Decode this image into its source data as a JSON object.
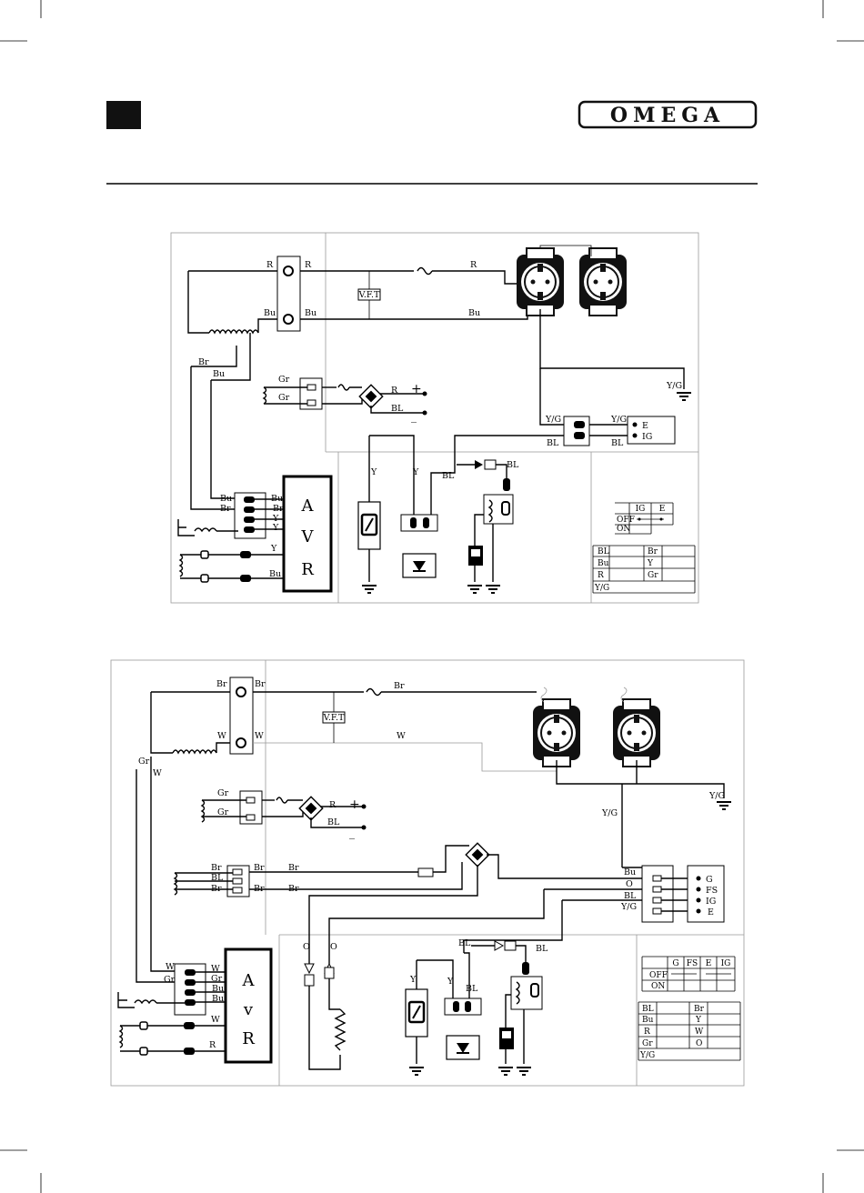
{
  "brand": {
    "name": "OMEGA"
  },
  "diagram1": {
    "vft": "V.F.T",
    "avr": [
      "A",
      "V",
      "R"
    ],
    "wires": {
      "r_top_a": "R",
      "r_top_b": "R",
      "r_main": "R",
      "bu_top_a": "Bu",
      "bu_top_b": "Bu",
      "bu_main": "Bu",
      "br_left": "Br",
      "bu_left": "Bu",
      "gr_a": "Gr",
      "gr_b": "Gr",
      "dc_r": "R",
      "dc_bl": "BL",
      "dc_plus": "+",
      "dc_minus": "_",
      "yg_ground": "Y/G",
      "yg_left": "Y/G",
      "yg_right": "Y/G",
      "bl_left": "BL",
      "bl_right": "BL",
      "bl_cable": "BL",
      "bl_diode": "BL",
      "y_a": "Y",
      "y_b": "Y",
      "avr_bu_in": "Bu",
      "avr_br_in": "Br",
      "avr_bu_out": "Bu",
      "avr_br_out": "Br",
      "avr_y1": "Y",
      "avr_y2": "Y",
      "avr_y3": "Y",
      "avr_bu_bottom": "Bu"
    },
    "switch": {
      "e": "E",
      "ig": "IG"
    },
    "switch_table": {
      "headers": [
        "IG",
        "E"
      ],
      "rows": [
        "OFF",
        "ON"
      ]
    },
    "legend": [
      [
        "BL",
        "Br"
      ],
      [
        "Bu",
        "Y"
      ],
      [
        "R",
        "Gr"
      ],
      [
        "Y/G",
        ""
      ]
    ]
  },
  "diagram2": {
    "vft": "V.F.T",
    "avr": [
      "A",
      "v",
      "R"
    ],
    "wires": {
      "br_top_a": "Br",
      "br_top_b": "Br",
      "br_main": "Br",
      "w_top_a": "W",
      "w_top_b": "W",
      "w_main": "W",
      "gr_left": "Gr",
      "w_left": "W",
      "gr_a": "Gr",
      "gr_b": "Gr",
      "dc_r": "R",
      "dc_bl": "BL",
      "dc_plus": "+",
      "dc_minus": "_",
      "yg_ground": "Y/G",
      "yg_left": "Y/G",
      "br_in1": "Br",
      "bl_in": "BL",
      "br_in2": "Br",
      "br_out1": "Br",
      "br_out2": "Br",
      "br_far1": "Br",
      "br_far2": "Br",
      "sw_bu": "Bu",
      "sw_o": "O",
      "sw_bl": "BL",
      "sw_yg": "Y/G",
      "o_a": "O",
      "o_b": "O",
      "y_a": "Y",
      "y_b": "Y",
      "bl_mid": "BL",
      "bl_top": "BL",
      "bl_diode": "BL",
      "avr_w_in": "W",
      "avr_gr_in": "Gr",
      "avr_w_out": "W",
      "avr_gr_out": "Gr",
      "avr_bu1": "Bu",
      "avr_bu2": "Bu",
      "avr_w_low": "W",
      "avr_r": "R"
    },
    "switch": {
      "g": "G",
      "fs": "FS",
      "ig": "IG",
      "e": "E"
    },
    "switch_table": {
      "headers": [
        "G",
        "FS",
        "E",
        "IG"
      ],
      "rows": [
        "OFF",
        "ON"
      ]
    },
    "legend": [
      [
        "BL",
        "Br"
      ],
      [
        "Bu",
        "Y"
      ],
      [
        "R",
        "W"
      ],
      [
        "Gr",
        "O"
      ],
      [
        "Y/G",
        ""
      ]
    ]
  }
}
